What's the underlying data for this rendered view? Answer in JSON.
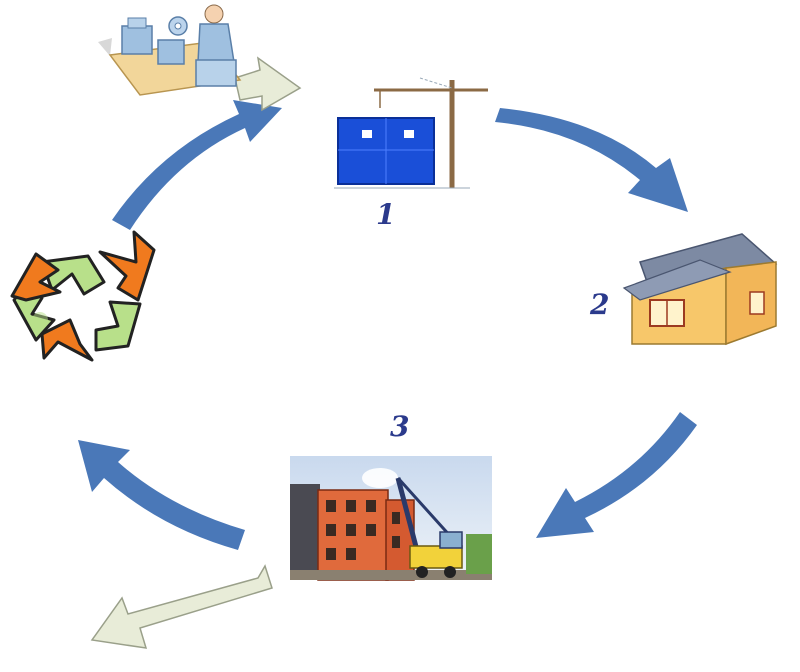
{
  "stages": [
    {
      "label": "1",
      "icon": "building-construction-crane-icon"
    },
    {
      "label": "2",
      "icon": "house-icon"
    },
    {
      "label": "3",
      "icon": "demolition-excavator-icon"
    }
  ],
  "extra_icons": {
    "recycle": "recycle-icon",
    "factory": "factory-worker-icon"
  },
  "colors": {
    "cycle_arrow": "#4a78b8",
    "flow_arrow": "#e8ecd8",
    "label": "#2b3a8c",
    "recycle_orange": "#f07a1e",
    "recycle_green": "#b8e08a",
    "building_blue": "#1a4fd8",
    "house_wall": "#f7c76a",
    "house_roof": "#7d8aa3"
  }
}
